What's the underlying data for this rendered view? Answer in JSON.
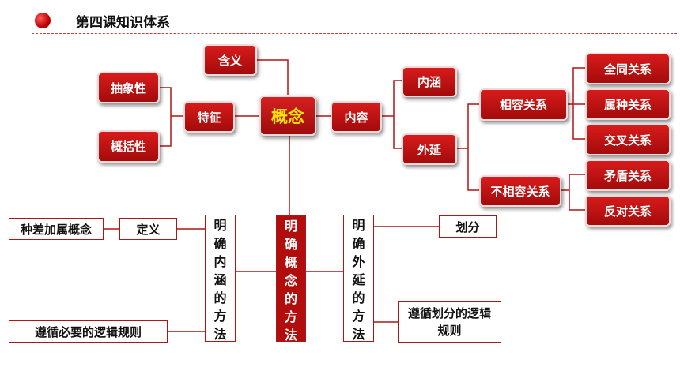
{
  "header": {
    "title": "第四课知识体系"
  },
  "nodes": {
    "center": "概念",
    "meaning": "含义",
    "feature": "特征",
    "abstract": "抽象性",
    "general": "概括性",
    "content": "内容",
    "intension": "内涵",
    "extension": "外延",
    "compatible": "相容关系",
    "incompatible": "不相容关系",
    "identity": "全同关系",
    "genus": "属种关系",
    "cross": "交叉关系",
    "contradiction": "矛盾关系",
    "opposition": "反对关系",
    "definition": "定义",
    "genus_diff": "种差加属概念",
    "follow_def_rules": "遵循必要的逻辑规则",
    "division": "划分",
    "follow_div_rules": "遵循划分的逻辑规则",
    "clarify_concept": "明确概念的方法",
    "clarify_intension": "明确内涵的方法",
    "clarify_extension": "明确外延的方法"
  },
  "colors": {
    "primary_red": "#b20d0d",
    "center_text": "#ffe600",
    "line": "#b01515"
  }
}
